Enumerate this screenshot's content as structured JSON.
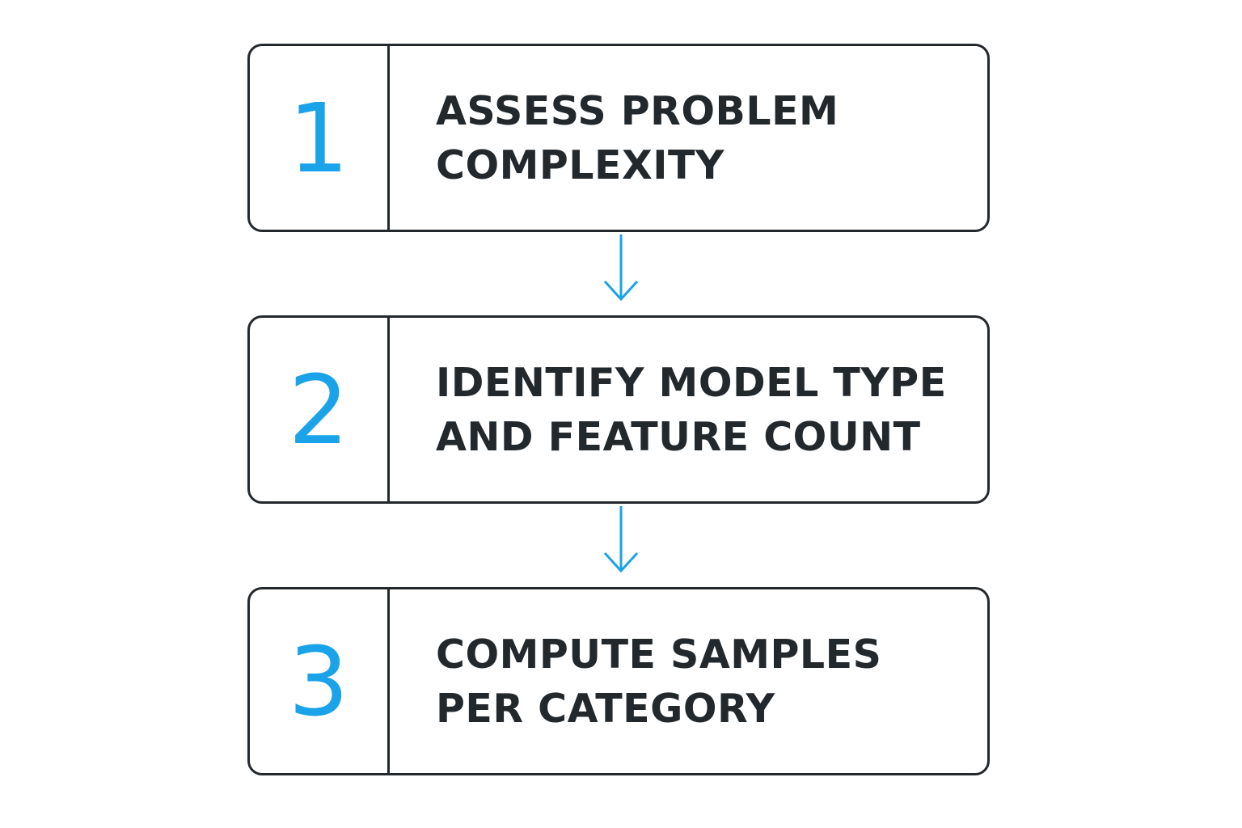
{
  "colors": {
    "accent": "#1aa3e8",
    "stroke": "#23282d",
    "background": "#ffffff"
  },
  "steps": [
    {
      "number": "1",
      "label": "ASSESS PROBLEM\nCOMPLEXITY"
    },
    {
      "number": "2",
      "label": "IDENTIFY MODEL TYPE\nAND FEATURE COUNT"
    },
    {
      "number": "3",
      "label": "COMPUTE SAMPLES\nPER CATEGORY"
    }
  ],
  "connectors": [
    {
      "from": "1",
      "to": "2",
      "icon": "arrow-down-icon"
    },
    {
      "from": "2",
      "to": "3",
      "icon": "arrow-down-icon"
    }
  ]
}
